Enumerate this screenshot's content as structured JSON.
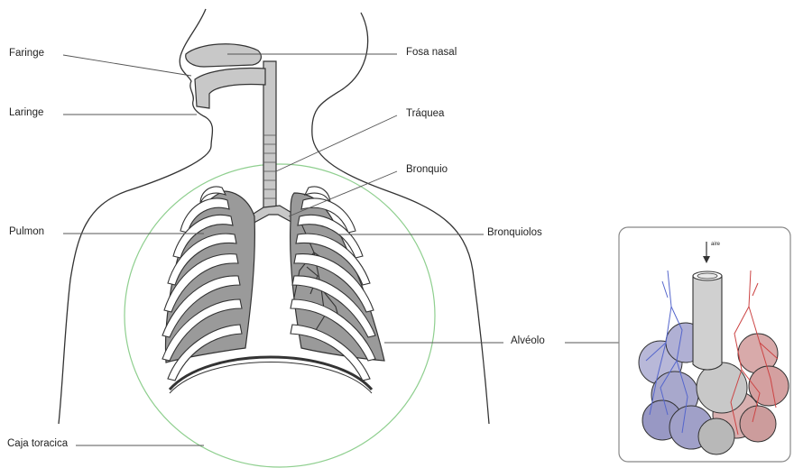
{
  "labels": {
    "faringe": "Faringe",
    "laringe": "Laringe",
    "pulmon": "Pulmon",
    "caja_toracica": "Caja toracica",
    "fosa_nasal": "Fosa nasal",
    "traquea": "Tráquea",
    "bronquio": "Bronquio",
    "bronquiolos": "Bronquiolos",
    "alveolo": "Alvéolo",
    "aire": "aire"
  },
  "colors": {
    "organ_fill": "#c8c8c8",
    "lung_fill": "#9a9a9a",
    "outline": "#333333",
    "leader_line": "#555555",
    "thorax_circle": "#8fcf8f",
    "vein_blue": "#5566cc",
    "artery_red": "#cc4444",
    "inset_border": "#888888"
  }
}
